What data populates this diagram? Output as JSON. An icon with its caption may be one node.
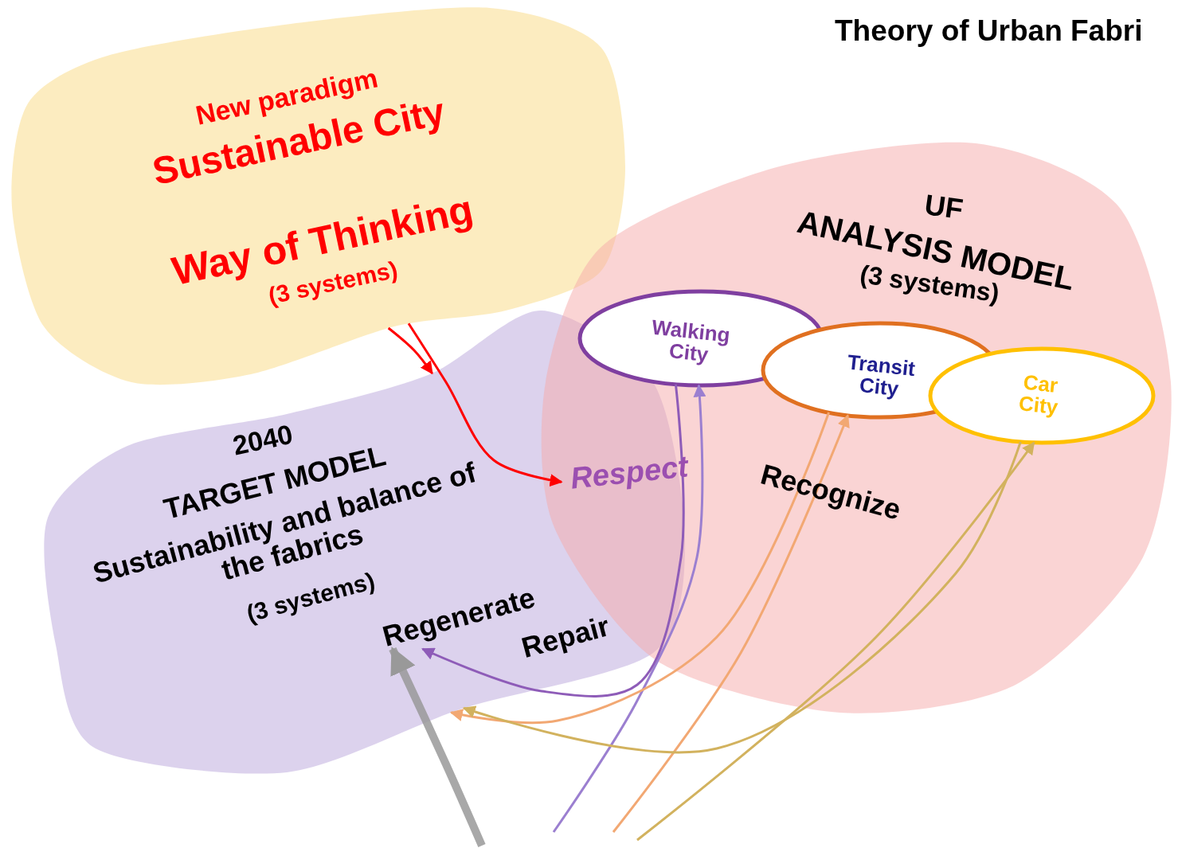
{
  "diagram": {
    "title": "Theory of Urban Fabri",
    "nodes": [
      {
        "text": [
          "New paradigm",
          "Sustainable City",
          "Way of Thinking",
          "(3 systems)"
        ]
      },
      {
        "text": [
          "2040",
          "TARGET MODEL",
          "Sustainability and balance of the fabrics",
          "(3 systems)"
        ]
      },
      {
        "text": [
          "UF",
          "ANALYSIS MODEL",
          "(3 systems)"
        ]
      },
      {
        "text": [
          "Walking City"
        ],
        "in": 2
      },
      {
        "text": [
          "Transit City"
        ],
        "in": 2
      },
      {
        "text": [
          "Car City"
        ],
        "in": 2
      },
      {
        "text": [
          "Respect"
        ]
      },
      {
        "text": [
          "Regenerate"
        ],
        "in": 1
      }
    ],
    "edges": [
      {
        "from": 0,
        "to": 1,
        "arrow": "to",
        "color": "#ff0000"
      },
      {
        "from": 0,
        "to": 6,
        "arrow": "to",
        "color": "#ff0000"
      },
      {
        "from": null,
        "to": 3,
        "arrow": "to",
        "color": "#9b7fd0"
      },
      {
        "from": 3,
        "to": 7,
        "arrow": "to",
        "color": "#8e5cb8"
      },
      {
        "from": null,
        "to": 4,
        "arrow": "to",
        "color": "#f2a873"
      },
      {
        "from": 4,
        "to": 1,
        "arrow": "to",
        "color": "#f2a873"
      },
      {
        "from": null,
        "to": 5,
        "arrow": "to",
        "color": "#d2b25e"
      },
      {
        "from": 5,
        "to": 1,
        "arrow": "to",
        "color": "#d2b25e"
      },
      {
        "from": null,
        "to": 7,
        "arrow": "to",
        "style": "thick",
        "color": "#999999"
      }
    ],
    "labels": [
      "Recognize",
      "Repair"
    ]
  }
}
